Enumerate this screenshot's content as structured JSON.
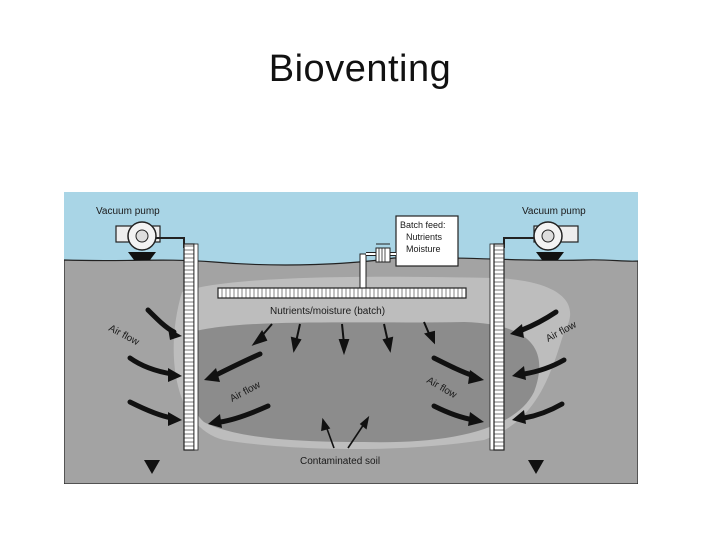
{
  "title": "Bioventing",
  "labels": {
    "vacuum_pump_left": "Vacuum pump",
    "vacuum_pump_right": "Vacuum pump",
    "batch_feed": [
      "Batch feed:",
      "Nutrients",
      "Moisture"
    ],
    "nutrients_batch": "Nutrients/moisture (batch)",
    "air_flow_outer_left": "Air flow",
    "air_flow_outer_right": "Air flow",
    "air_flow_inner_left": "Air flow",
    "air_flow_inner_right": "Air flow",
    "contaminated_soil": "Contaminated soil"
  },
  "colors": {
    "sky": "#a9d5e6",
    "soil": "#a3a3a3",
    "plume_light": "#bdbdbd",
    "plume_dark": "#8c8c8c",
    "ink": "#111111"
  },
  "icons": [
    "vacuum-pump-icon",
    "water-table-marker-icon",
    "air-flow-arrow-icon"
  ]
}
